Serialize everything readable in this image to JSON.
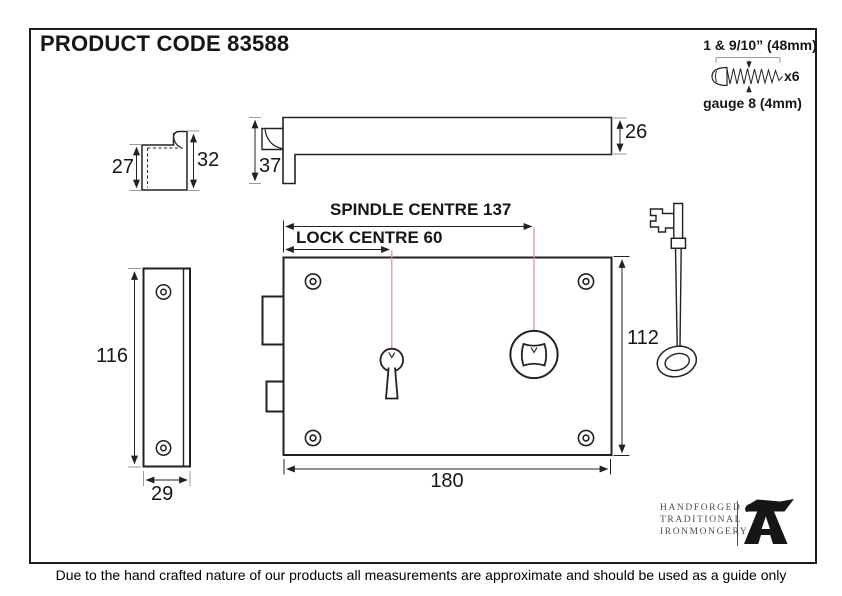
{
  "title": "PRODUCT CODE 83588",
  "screw": {
    "length": "1 & 9/10” (48mm)",
    "qty": "x6",
    "gauge": "gauge 8 (4mm)"
  },
  "dims": {
    "keep_depth": "27",
    "keep_lip_height": "32",
    "case_depth": "37",
    "case_thickness": "26",
    "spindle_centre": "SPINDLE CENTRE 137",
    "lock_centre": "LOCK CENTRE 60",
    "plate_height": "116",
    "plate_width": "29",
    "case_height": "112",
    "case_width": "180"
  },
  "logo": {
    "line1": "HANDFORGED",
    "line2": "TRADITIONAL",
    "line3": "IRONMONGERY"
  },
  "disclaimer": "Due to the hand crafted nature of our products all measurements are approximate and should be used as a guide only",
  "colors": {
    "linework": "#222222",
    "guide_line": "#d99090",
    "logo_text": "#524e46",
    "anvil": "#161616"
  }
}
